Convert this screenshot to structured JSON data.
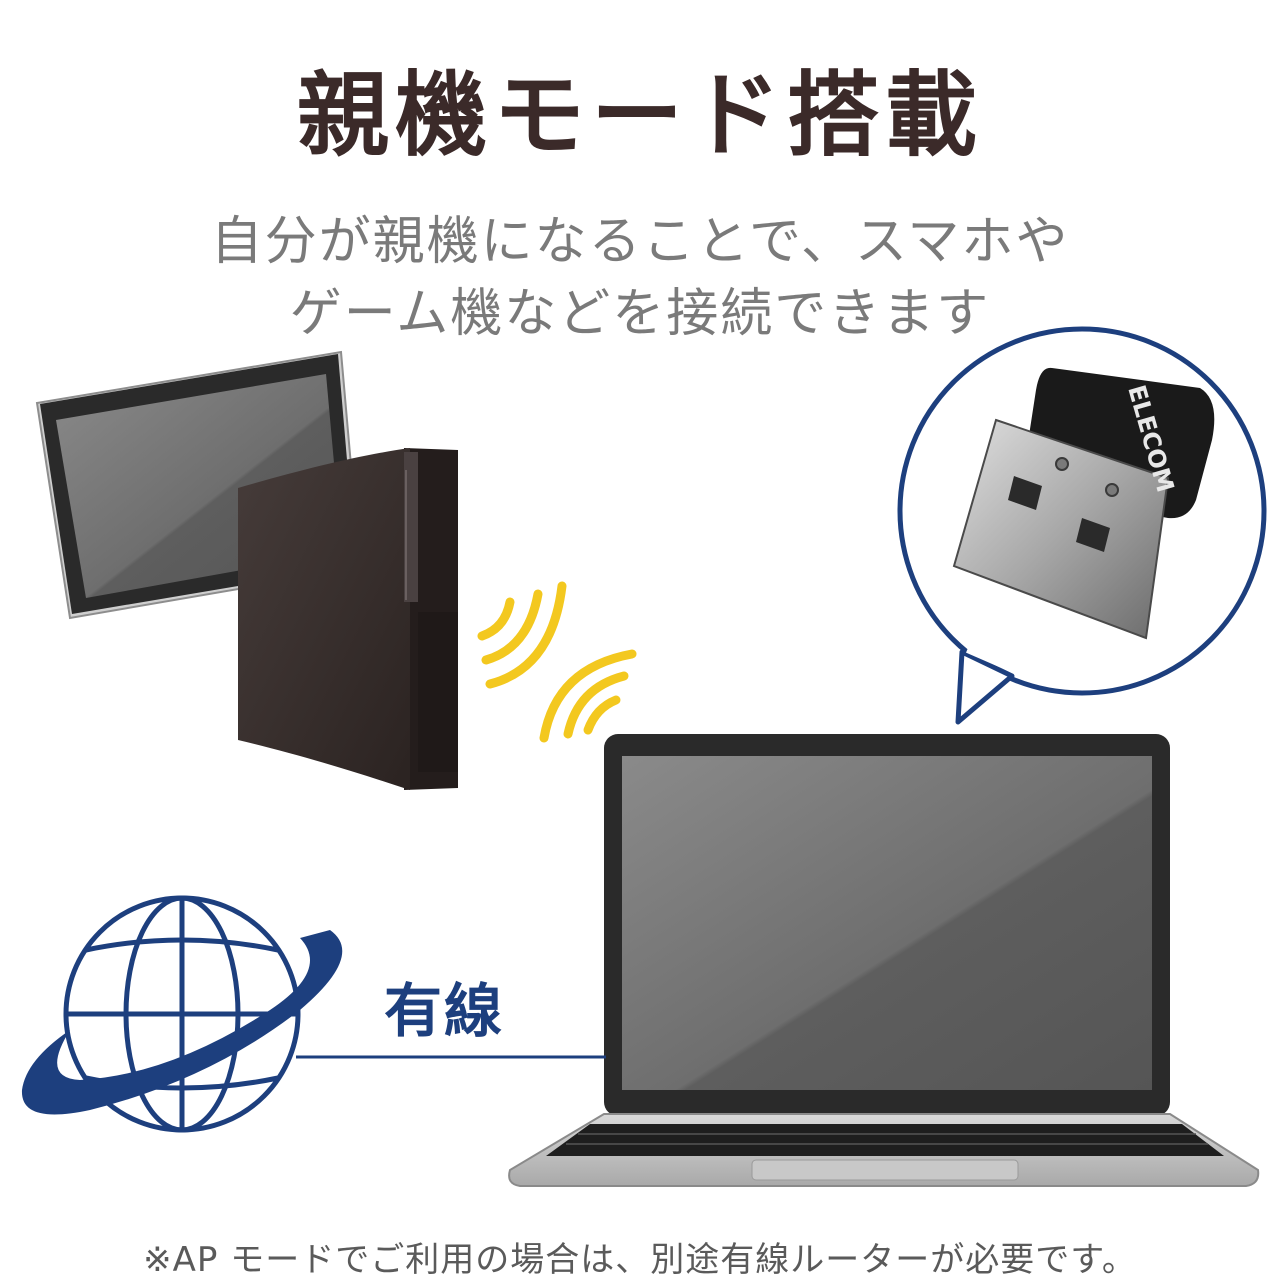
{
  "title": "親機モード搭載",
  "subtitle": {
    "line1": "自分が親機になることで、スマホや",
    "line2": "ゲーム機などを接続できます"
  },
  "wired_label": "有線",
  "note": "※AP モードでご利用の場合は、別途有線ルーターが必要です。",
  "adapter_brand": "ELECOM",
  "colors": {
    "title": "#3b2a29",
    "subtitle": "#7a7a7a",
    "accent_blue": "#1d3f7e",
    "wifi_yellow": "#f3c81f"
  },
  "icons": [
    "tablet-icon",
    "game-console-icon",
    "wifi-waves-icon",
    "usb-adapter-icon",
    "globe-icon",
    "laptop-icon"
  ]
}
